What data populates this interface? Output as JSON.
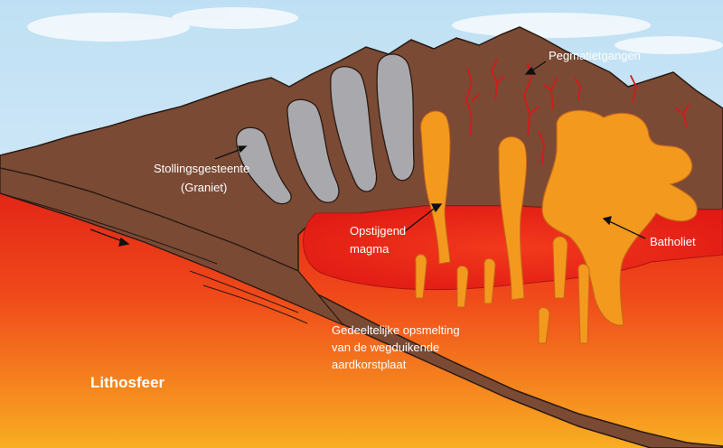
{
  "labels": {
    "pegmatite": "Pegmatietgangen",
    "igneous_line1": "Stollingsgesteente",
    "igneous_line2": "(Graniet)",
    "rising_line1": "Opstijgend",
    "rising_line2": "magma",
    "batholith": "Batholiet",
    "melting_line1": "Gedeeltelijke opsmelting",
    "melting_line2": "van de wegduikende",
    "melting_line3": "aardkorstplaat",
    "lithosphere": "Lithosfeer"
  },
  "colors": {
    "sky": "#cfe6f5",
    "crust": "#7a4a35",
    "granite": "#a9a9ad",
    "magma_chamber": "#ef2a1a",
    "mantle_top": "#e32017",
    "mantle_bottom": "#f7a31f",
    "diapir": "#f39a1e",
    "pegmatite_veins": "#d41a1a"
  }
}
